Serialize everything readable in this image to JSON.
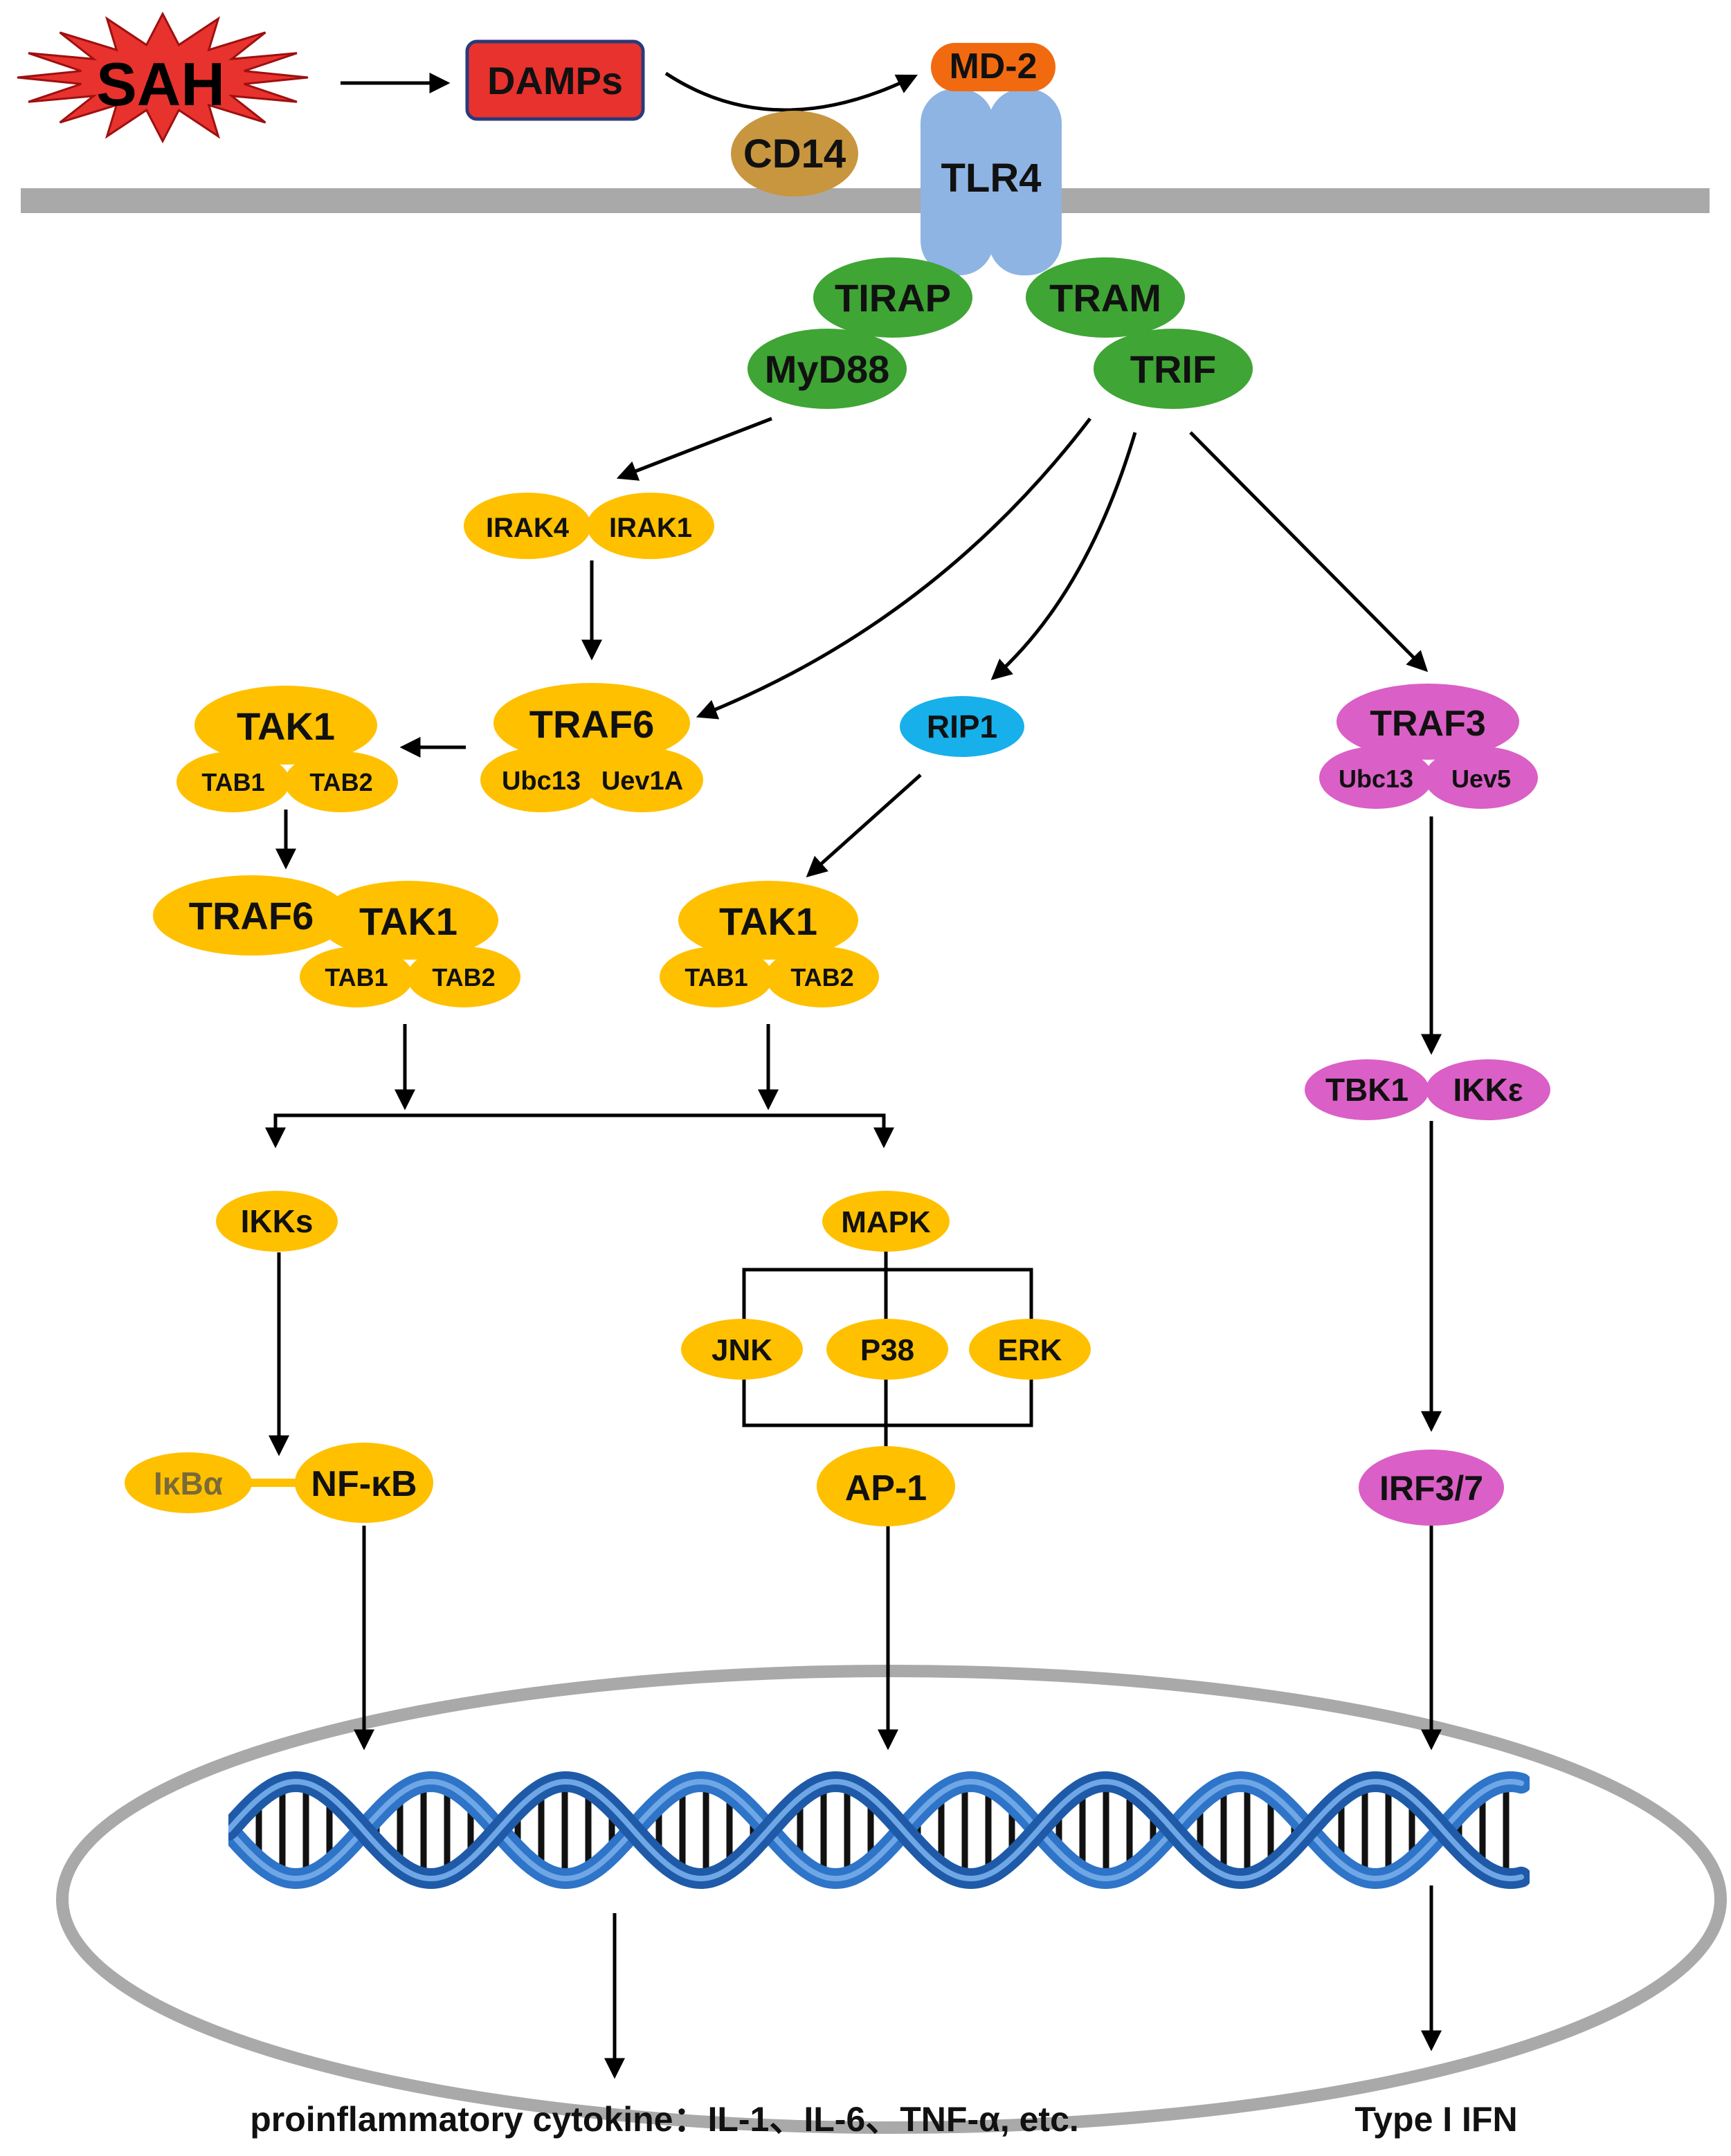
{
  "colors": {
    "orange": "#FFC000",
    "green": "#3FA535",
    "blue_receptor": "#8EB4E3",
    "cyan": "#17B0EA",
    "magenta": "#DA5FC6",
    "red": "#E8322E",
    "md2": "#F26A10",
    "cd14": "#C8963E",
    "membrane": "#A9A9A9",
    "dna": "#2E74C8"
  },
  "top": {
    "sah": "SAH",
    "damps": "DAMPs",
    "md2": "MD-2",
    "cd14": "CD14",
    "tlr4": "TLR4"
  },
  "adaptors": {
    "tirap": "TIRAP",
    "tram": "TRAM",
    "myd88": "MyD88",
    "trif": "TRIF"
  },
  "myd88_branch": {
    "irak4": "IRAK4",
    "irak1": "IRAK1",
    "traf6": "TRAF6",
    "ubc13": "Ubc13",
    "uev1a": "Uev1A",
    "tak1": "TAK1",
    "tab1": "TAB1",
    "tab2": "TAB2",
    "complex_traf6": "TRAF6",
    "complex_tak1": "TAK1",
    "complex_tab1": "TAB1",
    "complex_tab2": "TAB2"
  },
  "rip_branch": {
    "rip1": "RIP1",
    "tak1": "TAK1",
    "tab1": "TAB1",
    "tab2": "TAB2"
  },
  "traf3_branch": {
    "traf3": "TRAF3",
    "ubc13": "Ubc13",
    "uev5": "Uev5",
    "tbk1": "TBK1",
    "ikke": "IKKε",
    "irf37": "IRF3/7"
  },
  "downstream": {
    "ikks": "IKKs",
    "mapk": "MAPK",
    "jnk": "JNK",
    "p38": "P38",
    "erk": "ERK",
    "ikba": "IκBα",
    "nfkb": "NF-κB",
    "ap1": "AP-1"
  },
  "outputs": {
    "cytokines": "proinflammatory cytokine：IL-1、IL-6、TNF-α, etc.",
    "ifn": "Type I IFN"
  }
}
